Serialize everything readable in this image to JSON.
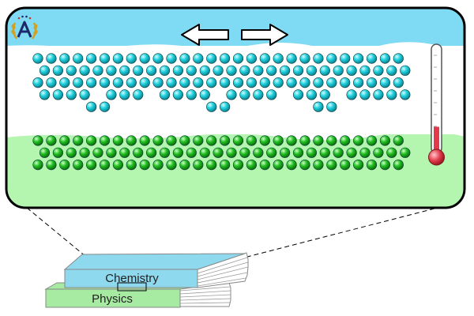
{
  "colors": {
    "top_band": "#7fdaf4",
    "bottom_band": "#b4f5b0",
    "interface": "#ffffff",
    "frame": "#000000",
    "cyan_atom": "#1fd0dc",
    "green_atom": "#1fc21f",
    "chemistry_book": "#8fd9ee",
    "physics_book": "#a7eaa2",
    "thermometer_liquid": "#e23a4a"
  },
  "logo": {
    "icon": "a-laurel-logo-icon"
  },
  "controls": {
    "left_arrow": {
      "icon": "left-arrow-icon"
    },
    "right_arrow": {
      "icon": "right-arrow-icon"
    }
  },
  "thermometer": {
    "icon": "thermometer-icon",
    "level": 0.25
  },
  "top_layer": {
    "material": "chemistry",
    "rows": [
      {
        "count": 28,
        "offset": 0,
        "gaps": []
      },
      {
        "count": 28,
        "offset": 1,
        "gaps": []
      },
      {
        "count": 28,
        "offset": 0,
        "gaps": []
      },
      {
        "count": 28,
        "offset": 1,
        "gaps": [
          4,
          8,
          13,
          18,
          22
        ]
      },
      {
        "count": 28,
        "offset": 0,
        "gaps": [
          0,
          1,
          2,
          3,
          6,
          7,
          8,
          9,
          10,
          11,
          12,
          15,
          16,
          17,
          18,
          19,
          20,
          23,
          24,
          25,
          26,
          27
        ]
      }
    ]
  },
  "bottom_layer": {
    "material": "physics",
    "rows": [
      {
        "count": 28,
        "offset": 0
      },
      {
        "count": 28,
        "offset": 1
      },
      {
        "count": 28,
        "offset": 0
      }
    ]
  },
  "books": {
    "chemistry": {
      "label": "Chemistry"
    },
    "physics": {
      "label": "Physics"
    }
  }
}
